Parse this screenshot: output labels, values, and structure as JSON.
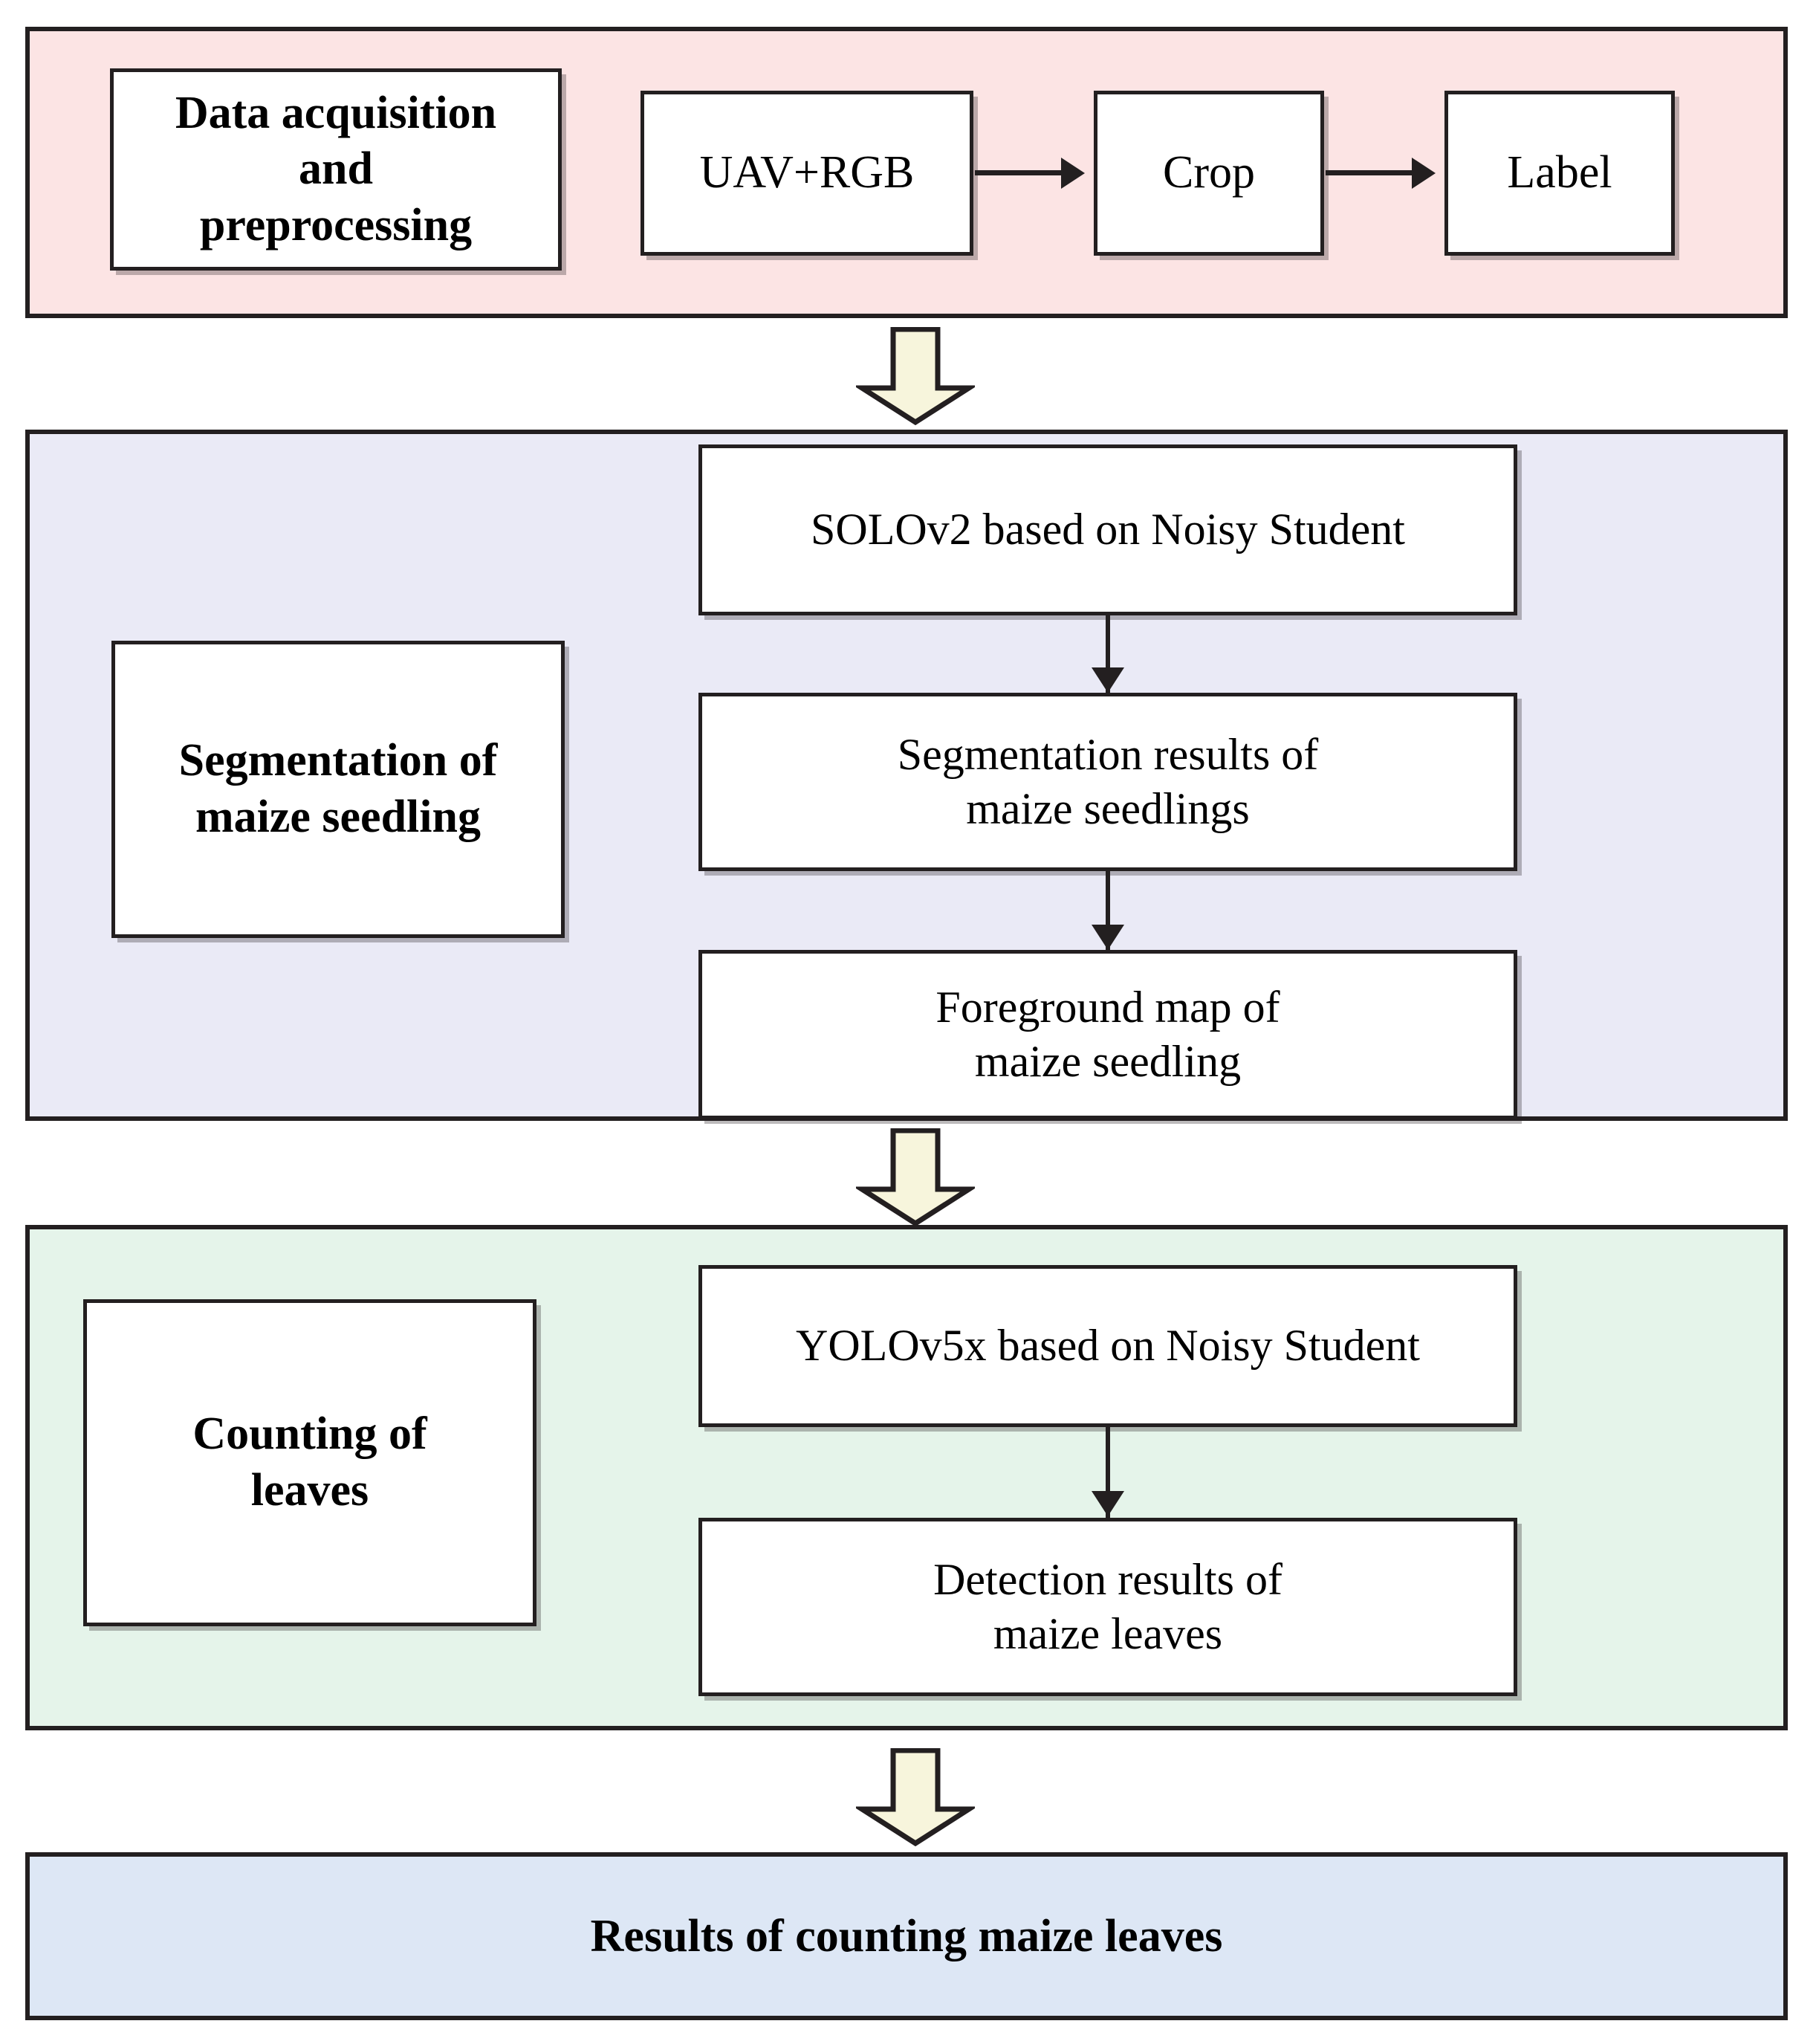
{
  "diagram": {
    "title": "Maize leaf counting pipeline flowchart",
    "colors": {
      "stage1_bg": "#fce4e4",
      "stage2_bg": "#eaeaf6",
      "stage3_bg": "#e5f4ea",
      "stage4_bg": "#dde7f5",
      "node_bg": "#ffffff",
      "outline": "#231f20",
      "block_arrow_fill": "#f7f5dc"
    },
    "stages": [
      {
        "id": "data-acquisition-and-preprocessing",
        "bg_color": "#fce4e4",
        "label": "Data acquisition and preprocessing",
        "label_lines": [
          "Data acquisition",
          "and",
          "preprocessing"
        ],
        "nodes": [
          {
            "id": "uav-rgb",
            "label": "UAV+RGB"
          },
          {
            "id": "crop",
            "label": "Crop"
          },
          {
            "id": "label",
            "label": "Label"
          }
        ],
        "connectors": [
          {
            "from": "uav-rgb",
            "to": "crop",
            "type": "arrow-right"
          },
          {
            "from": "crop",
            "to": "label",
            "type": "arrow-right"
          }
        ]
      },
      {
        "id": "segmentation-of-maize-seedling",
        "bg_color": "#eaeaf6",
        "label": "Segmentation of maize seedling",
        "label_lines": [
          "Segmentation of",
          "maize seedling"
        ],
        "nodes": [
          {
            "id": "solov2",
            "label": "SOLOv2 based on Noisy Student",
            "label_lines": [
              "SOLOv2 based on Noisy Student"
            ]
          },
          {
            "id": "segmentation-results",
            "label": "Segmentation results of maize seedlings",
            "label_lines": [
              "Segmentation results of",
              "maize seedlings"
            ]
          },
          {
            "id": "foreground-map",
            "label": "Foreground map of maize seedling",
            "label_lines": [
              "Foreground map of",
              "maize seedling"
            ]
          }
        ],
        "connectors": [
          {
            "from": "solov2",
            "to": "segmentation-results",
            "type": "arrow-down"
          },
          {
            "from": "segmentation-results",
            "to": "foreground-map",
            "type": "arrow-down"
          }
        ]
      },
      {
        "id": "counting-of-leaves",
        "bg_color": "#e5f4ea",
        "label": "Counting of leaves",
        "label_lines": [
          "Counting of",
          "leaves"
        ],
        "nodes": [
          {
            "id": "yolov5x",
            "label": "YOLOv5x based on Noisy Student",
            "label_lines": [
              "YOLOv5x based on Noisy Student"
            ]
          },
          {
            "id": "detection-results",
            "label": "Detection results of maize leaves",
            "label_lines": [
              "Detection results of",
              "maize leaves"
            ]
          }
        ],
        "connectors": [
          {
            "from": "yolov5x",
            "to": "detection-results",
            "type": "arrow-down"
          }
        ]
      },
      {
        "id": "results-band",
        "bg_color": "#dde7f5",
        "label": "Results of counting maize leaves",
        "label_lines": [
          "Results of counting maize leaves"
        ],
        "nodes": [],
        "connectors": []
      }
    ],
    "stage_arrows": [
      {
        "id": "block-arrow-1",
        "from": "data-acquisition-and-preprocessing",
        "to": "segmentation-of-maize-seedling"
      },
      {
        "id": "block-arrow-2",
        "from": "segmentation-of-maize-seedling",
        "to": "counting-of-leaves"
      },
      {
        "id": "block-arrow-3",
        "from": "counting-of-leaves",
        "to": "results-band"
      }
    ],
    "text": {
      "stage1_label_l1": "Data acquisition",
      "stage1_label_l2": "and",
      "stage1_label_l3": "preprocessing",
      "node_uav_rgb": "UAV+RGB",
      "node_crop": "Crop",
      "node_label": "Label",
      "stage2_label_l1": "Segmentation of",
      "stage2_label_l2": "maize seedling",
      "node_solov2": "SOLOv2 based on Noisy Student",
      "node_segres_l1": "Segmentation results of",
      "node_segres_l2": "maize seedlings",
      "node_fgmap_l1": "Foreground map of",
      "node_fgmap_l2": "maize seedling",
      "stage3_label_l1": "Counting of",
      "stage3_label_l2": "leaves",
      "node_yolov5x": "YOLOv5x based on Noisy Student",
      "node_detres_l1": "Detection results of",
      "node_detres_l2": "maize leaves",
      "stage4_label": "Results of counting maize leaves"
    }
  }
}
